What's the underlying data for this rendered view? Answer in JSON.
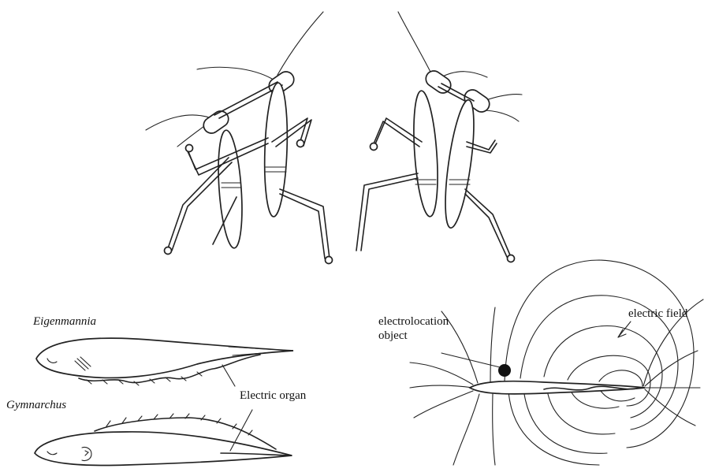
{
  "labels": {
    "eigenmannia": "Eigenmannia",
    "gymnarchus": "Gymnarchus",
    "electric_organ": "Electric organ",
    "electrolocation_line1": "electrolocation",
    "electrolocation_line2": "object",
    "electric_field": "electric field"
  }
}
